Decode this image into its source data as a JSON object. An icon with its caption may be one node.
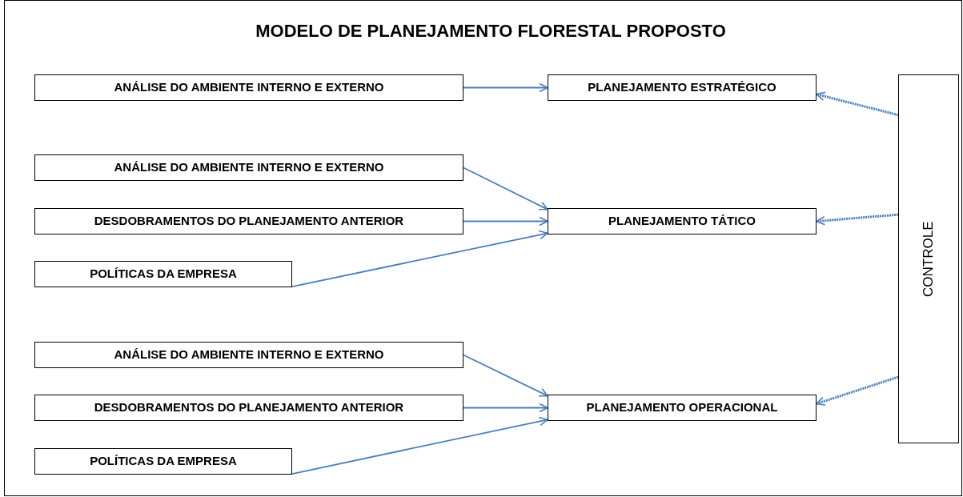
{
  "diagram": {
    "title": "MODELO DE PLANEJAMENTO FLORESTAL PROPOSTO",
    "nodes": [
      {
        "text": [
          "ANÁLISE DO AMBIENTE INTERNO E EXTERNO"
        ]
      },
      {
        "text": [
          "PLANEJAMENTO ESTRATÉGICO"
        ]
      },
      {
        "text": [
          "CONTROLE"
        ]
      },
      {
        "text": [
          "ANÁLISE DO AMBIENTE INTERNO E EXTERNO"
        ]
      },
      {
        "text": [
          "DESDOBRAMENTOS DO PLANEJAMENTO ANTERIOR"
        ]
      },
      {
        "text": [
          "PLANEJAMENTO TÁTICO"
        ]
      },
      {
        "text": [
          "POLÍTICAS DA EMPRESA"
        ]
      },
      {
        "text": [
          "ANÁLISE DO AMBIENTE INTERNO E EXTERNO"
        ]
      },
      {
        "text": [
          "DESDOBRAMENTOS DO PLANEJAMENTO ANTERIOR"
        ]
      },
      {
        "text": [
          "PLANEJAMENTO OPERACIONAL"
        ]
      },
      {
        "text": [
          "POLÍTICAS DA EMPRESA"
        ]
      }
    ],
    "edges": [
      {
        "from": 0,
        "to": 1,
        "arrow": "to"
      },
      {
        "from": 2,
        "to": 1,
        "arrow": "to",
        "style": "dashed"
      },
      {
        "from": 3,
        "to": 5,
        "arrow": "to"
      },
      {
        "from": 4,
        "to": 5,
        "arrow": "to"
      },
      {
        "from": 2,
        "to": 5,
        "arrow": "to",
        "style": "dashed"
      },
      {
        "from": 6,
        "to": 5,
        "arrow": "to"
      },
      {
        "from": 7,
        "to": 9,
        "arrow": "to"
      },
      {
        "from": 8,
        "to": 9,
        "arrow": "to"
      },
      {
        "from": 2,
        "to": 9,
        "arrow": "to",
        "style": "dashed"
      },
      {
        "from": 10,
        "to": 9,
        "arrow": "to"
      }
    ]
  }
}
